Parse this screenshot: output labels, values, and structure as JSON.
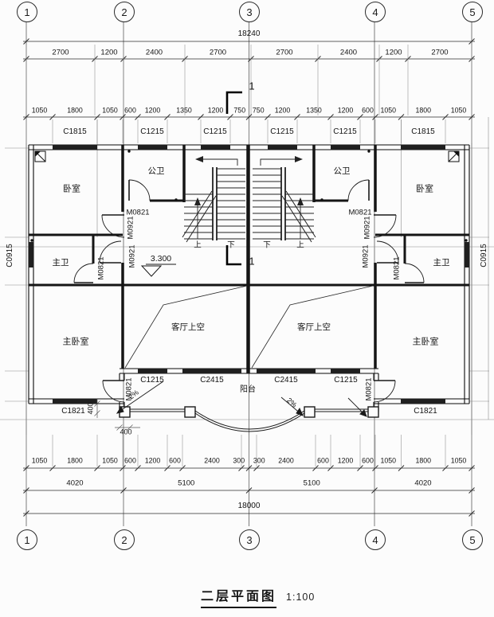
{
  "title": {
    "text": "二层平面图",
    "scale": "1:100"
  },
  "grid": {
    "labels": [
      "1",
      "2",
      "3",
      "4",
      "5"
    ]
  },
  "levels": {
    "floor_level": "3.300"
  },
  "section_mark": "1",
  "slope": "2%",
  "stair": {
    "up": "上",
    "down": "下"
  },
  "rooms": {
    "bedroom": "卧室",
    "public_bath": "公卫",
    "master_bath": "主卫",
    "master_bedroom": "主卧室",
    "living_void": "客厅上空",
    "balcony": "阳台"
  },
  "windows": {
    "c1815": "C1815",
    "c1215": "C1215",
    "c2415": "C2415",
    "c0915": "C0915",
    "c1821": "C1821"
  },
  "doors": {
    "m0821": "M0821",
    "m0921": "M0921"
  },
  "dims": {
    "overall_top": "18240",
    "overall_bottom": "18000",
    "top_row2": [
      "2700",
      "1200",
      "2400",
      "2700",
      "2700",
      "2400",
      "1200",
      "2700"
    ],
    "top_row3": [
      "1050",
      "1800",
      "1050",
      "600",
      "1200",
      "1350",
      "1200",
      "750",
      "750",
      "1200",
      "1350",
      "1200",
      "600",
      "1050",
      "1800",
      "1050"
    ],
    "bottom_row1": [
      "1050",
      "1800",
      "1050",
      "600",
      "1200",
      "600",
      "2400",
      "300",
      "300",
      "2400",
      "600",
      "1200",
      "600",
      "1050",
      "1800",
      "1050"
    ],
    "bottom_row2": [
      "4020",
      "5100",
      "5100",
      "4020"
    ],
    "balcony_offset_v": "400",
    "balcony_offset_h": "400"
  }
}
